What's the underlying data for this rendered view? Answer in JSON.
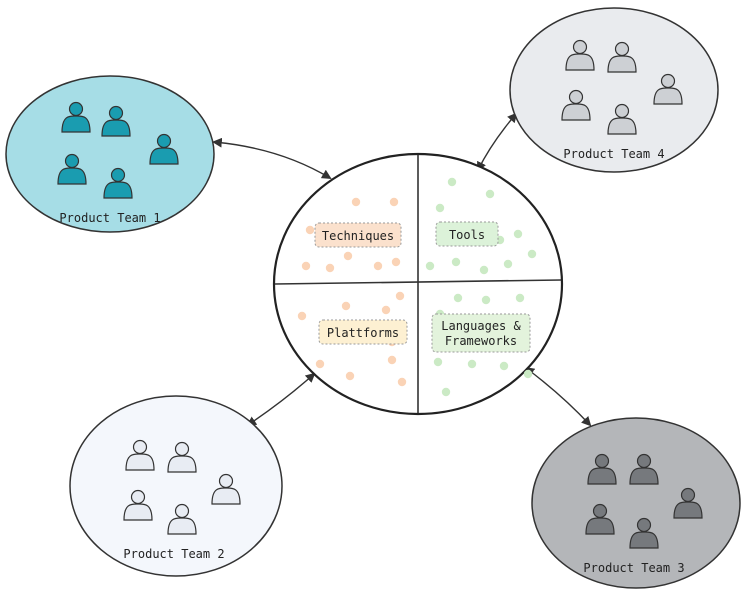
{
  "colors": {
    "team1": "#a6dde6",
    "team1_person": "#1a9cb0",
    "team2": "#f4f7fc",
    "team2_person": "#e8ecf3",
    "team3": "#b4b6b9",
    "team3_person": "#76797d",
    "team4": "#e9ebee",
    "team4_person": "#cdd0d4",
    "techniques": "#fbe1cd",
    "tools": "#dcf2d9",
    "platforms": "#fdf0d2",
    "languages": "#e3f3dc",
    "dot_orange": "#fad3b6",
    "dot_green": "#cbeac5"
  },
  "teams": [
    {
      "id": "team1",
      "label": "Product Team 1",
      "person_icon": "person-icon"
    },
    {
      "id": "team2",
      "label": "Product Team 2",
      "person_icon": "person-icon"
    },
    {
      "id": "team3",
      "label": "Product Team 3",
      "person_icon": "person-icon"
    },
    {
      "id": "team4",
      "label": "Product Team 4",
      "person_icon": "person-icon"
    }
  ],
  "quadrants": {
    "techniques": "Techniques",
    "tools": "Tools",
    "platforms": "Plattforms",
    "languages_line1": "Languages &",
    "languages_line2": "Frameworks"
  }
}
